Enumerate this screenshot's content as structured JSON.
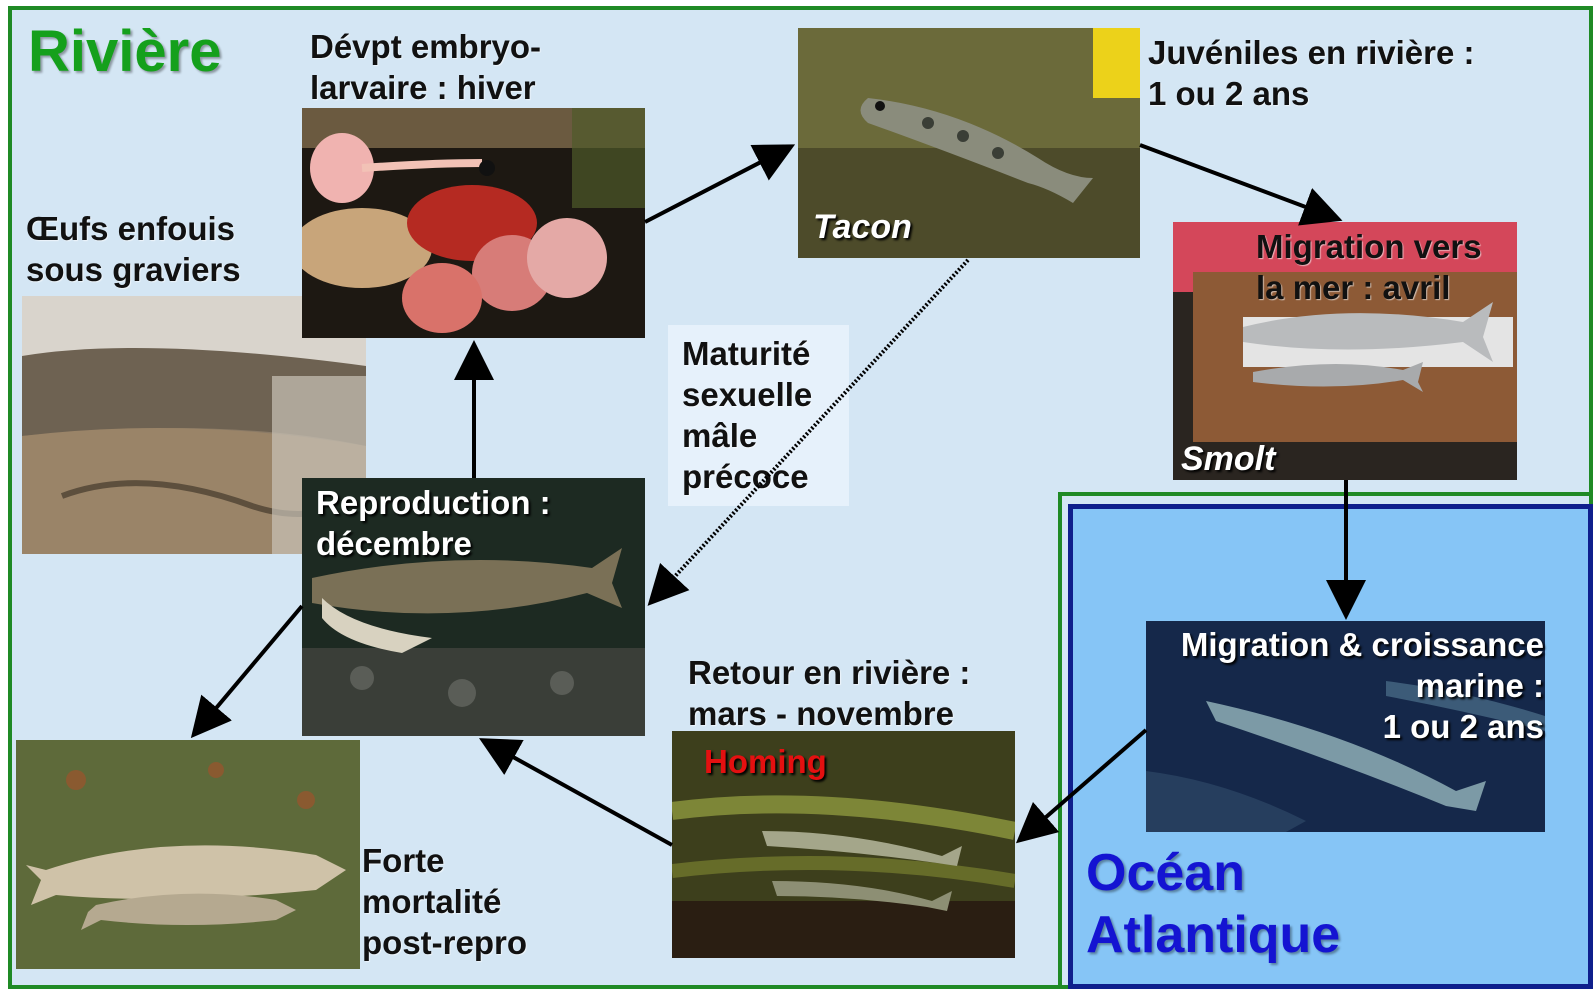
{
  "zones": {
    "river": {
      "title": "Rivière",
      "title_color": "#15a01c",
      "bg": "#d4e6f4",
      "border": "#1f8a25"
    },
    "ocean": {
      "title": "Océan\nAtlantique",
      "title_color": "#1414d2",
      "bg": "#86c5f6",
      "border": "#0f1f8c",
      "outer_border": "#1f8a25"
    }
  },
  "stages": {
    "eggs": {
      "label": "Œufs enfouis\nsous graviers"
    },
    "embryo": {
      "label": "Dévpt embryo-\nlarvaire : hiver"
    },
    "tacon": {
      "label": "Juvéniles en rivière :\n1 ou 2 ans",
      "caption": "Tacon"
    },
    "smolt": {
      "label": "Migration vers\nla mer : avril",
      "caption": "Smolt"
    },
    "marine": {
      "label": "Migration & croissance\nmarine :\n1 ou 2 ans"
    },
    "return": {
      "label": "Retour en rivière :\nmars - novembre",
      "caption": "Homing",
      "caption_color": "#e41010"
    },
    "repro": {
      "label": "Reproduction :\ndécembre"
    },
    "death": {
      "label": "Forte\nmortalité\npost-repro"
    }
  },
  "maturity_note": {
    "label": "Maturité\nsexuelle\nmâle\nprécoce",
    "bg": "#e6f1fb"
  },
  "icons": {
    "arrow": "arrowhead",
    "dotted_arrow": "dotted-arrow"
  }
}
